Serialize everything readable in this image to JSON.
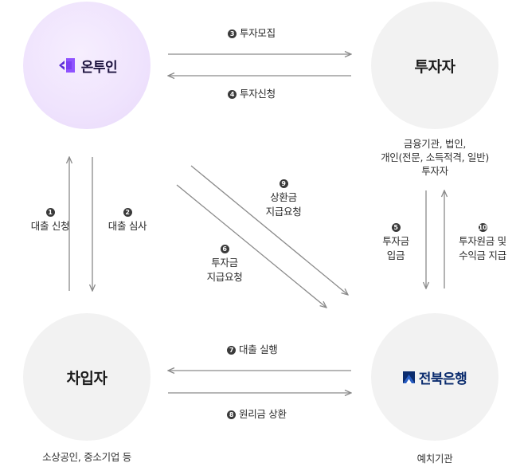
{
  "nodes": {
    "ontu": {
      "logo_text": "온투인"
    },
    "investor": {
      "title": "투자자",
      "desc_lines": [
        "금융기관, 법인,",
        "개인(전문, 소득적격, 일반)",
        "투자자"
      ]
    },
    "borrower": {
      "title": "차입자",
      "desc": "소상공인, 중소기업 등"
    },
    "bank": {
      "logo_text": "전북은행",
      "desc": "예치기관"
    }
  },
  "flows": [
    {
      "num": "3",
      "lines": [
        "투자모집"
      ]
    },
    {
      "num": "4",
      "lines": [
        "투자신청"
      ]
    },
    {
      "num": "1",
      "lines": [
        "대출 신청"
      ]
    },
    {
      "num": "2",
      "lines": [
        "대출 심사"
      ]
    },
    {
      "num": "9",
      "lines": [
        "상환금",
        "지급요청"
      ]
    },
    {
      "num": "6",
      "lines": [
        "투자금",
        "지급요청"
      ]
    },
    {
      "num": "5",
      "lines": [
        "투자금",
        "입금"
      ]
    },
    {
      "num": "10",
      "lines": [
        "투자원금 및",
        "수익금 지급"
      ]
    },
    {
      "num": "7",
      "lines": [
        "대출 실행"
      ]
    },
    {
      "num": "8",
      "lines": [
        "원리금 상환"
      ]
    }
  ],
  "colors": {
    "arrow": "#8a8a8a",
    "ontu_logo": "#7b3ff2",
    "bank_logo": "#0b2c6e",
    "circle": "#f2f2f2"
  }
}
